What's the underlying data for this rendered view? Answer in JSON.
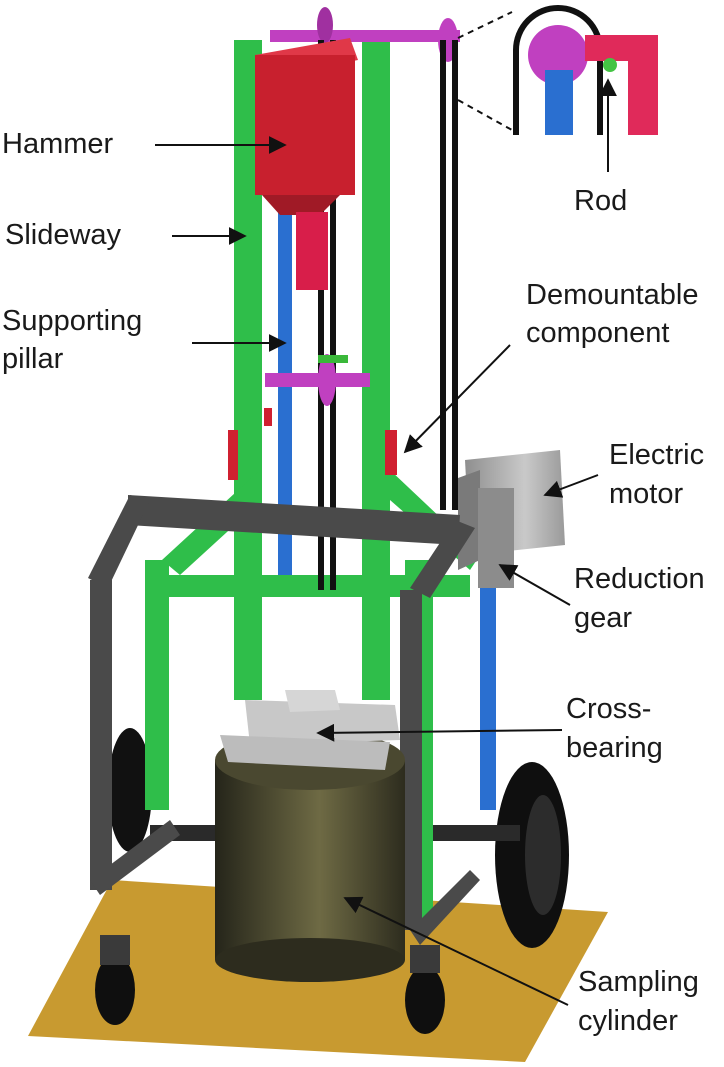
{
  "labels": {
    "hammer": "Hammer",
    "slideway": "Slideway",
    "supporting_pillar": [
      "Supporting",
      "pillar"
    ],
    "rod": "Rod",
    "demountable_component": [
      "Demountable",
      "component"
    ],
    "electric_motor": [
      "Electric",
      "motor"
    ],
    "reduction_gear": [
      "Reduction",
      "gear"
    ],
    "cross_bearing": [
      "Cross-",
      "bearing"
    ],
    "sampling_cylinder": [
      "Sampling",
      "cylinder"
    ]
  },
  "colors": {
    "slideway": "#2fbe4a",
    "pillar": "#2a6fd0",
    "hammer": "#c8202e",
    "rod_end": "#e02a5a",
    "gear_sprocket": "#c040c0",
    "frame": "#4a4a4a",
    "ground_plate": "#c89a30",
    "cylinder": "#3a3a26",
    "motor": "#a8a8a8",
    "chain": "#111111",
    "bearing": "#c8c8c8",
    "rod_pin": "#44c444"
  }
}
